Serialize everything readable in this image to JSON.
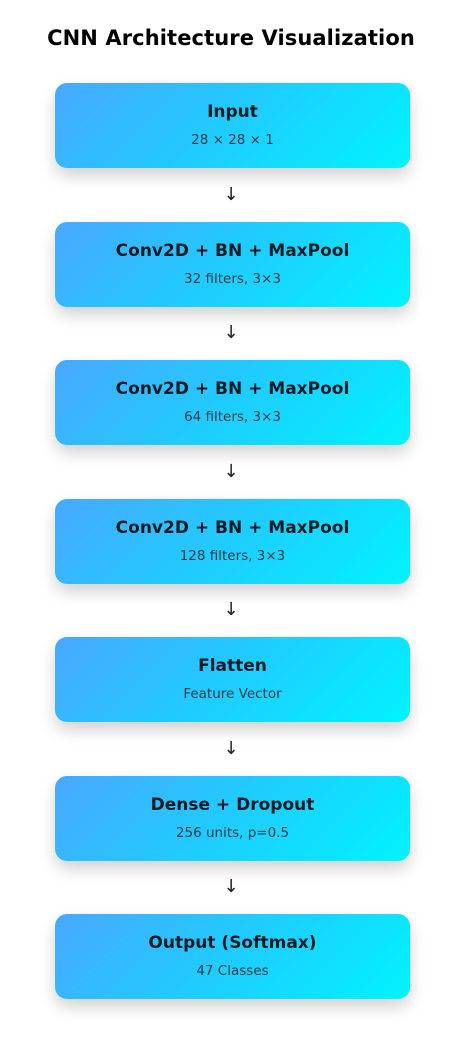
{
  "title": "CNN Architecture Visualization",
  "arrow_glyph": "↓",
  "layers": [
    {
      "name": "Input",
      "detail": "28 × 28 × 1"
    },
    {
      "name": "Conv2D + BN + MaxPool",
      "detail": "32 filters, 3×3"
    },
    {
      "name": "Conv2D + BN + MaxPool",
      "detail": "64 filters, 3×3"
    },
    {
      "name": "Conv2D + BN + MaxPool",
      "detail": "128 filters, 3×3"
    },
    {
      "name": "Flatten",
      "detail": "Feature Vector"
    },
    {
      "name": "Dense + Dropout",
      "detail": "256 units, p=0.5"
    },
    {
      "name": "Output (Softmax)",
      "detail": "47 Classes"
    }
  ],
  "colors": {
    "gradient_start": "#4aa8ff",
    "gradient_end": "#00f3ff"
  }
}
